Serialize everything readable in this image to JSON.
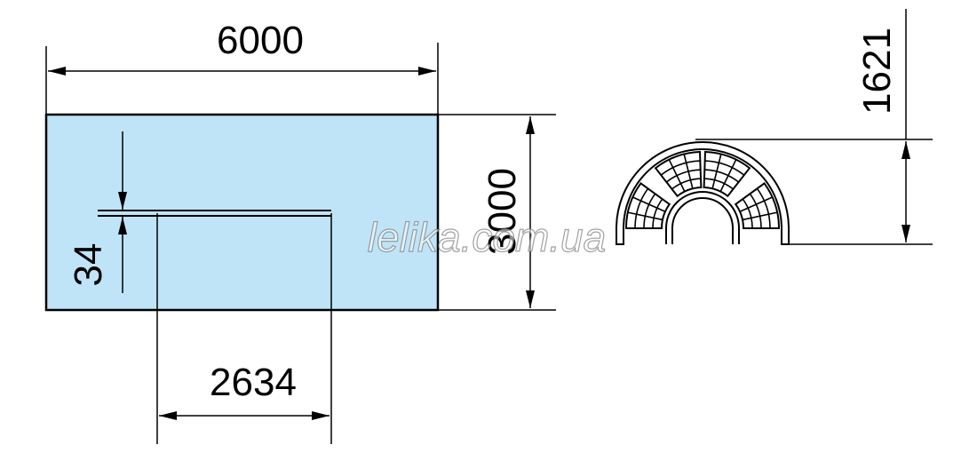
{
  "dimensions": {
    "width": "6000",
    "height": "3000",
    "gap": "34",
    "offset": "2634",
    "rise": "1621"
  },
  "watermark": "lelika.com.ua",
  "colors": {
    "fill": "#bfe4f8",
    "line": "#000000",
    "watermark_fill": "#ffffff",
    "watermark_stroke": "#8a8a8a"
  }
}
